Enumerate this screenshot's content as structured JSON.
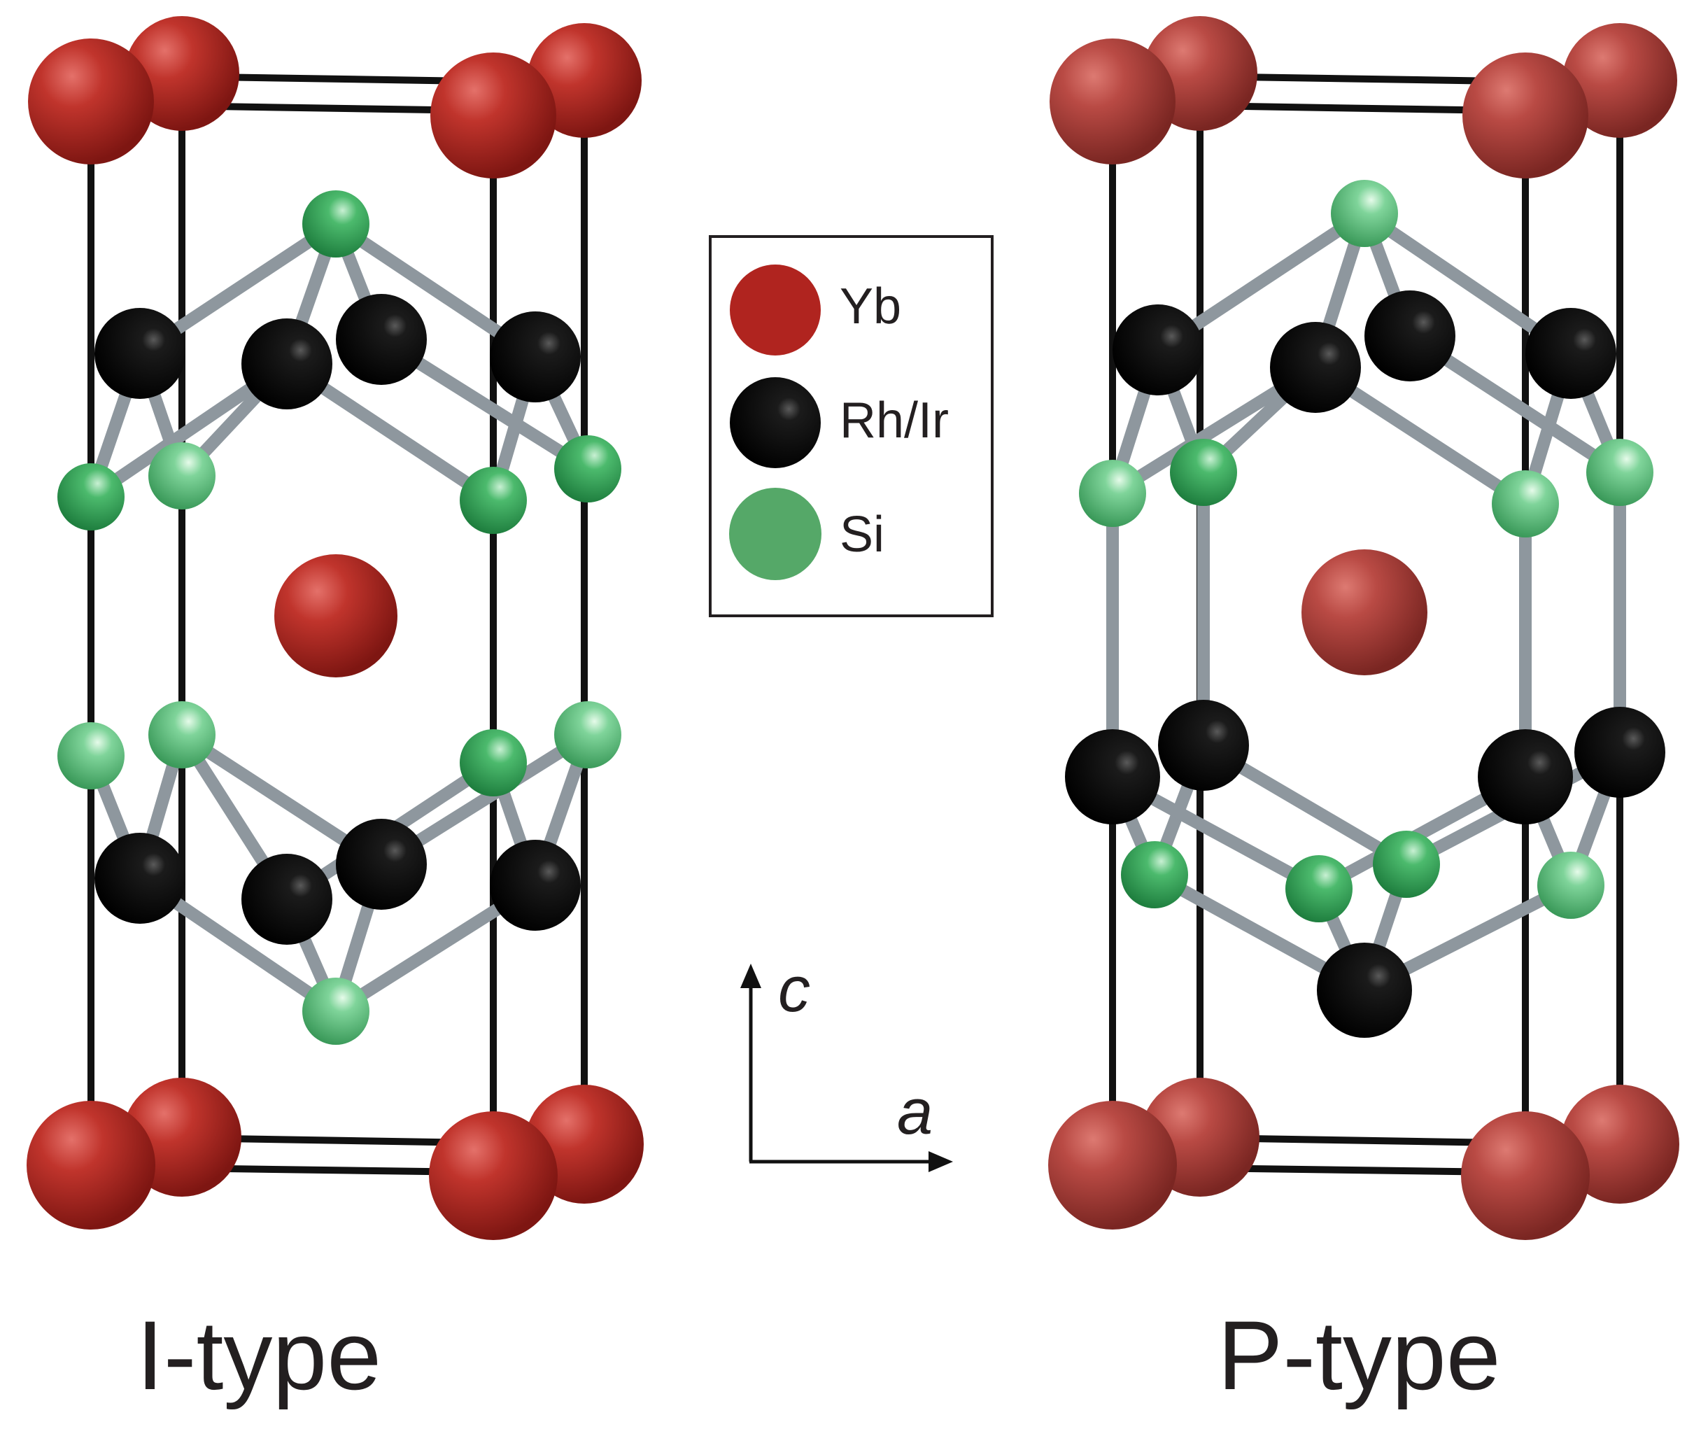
{
  "legend": {
    "items": [
      {
        "label": "Yb",
        "color": "#b0241f"
      },
      {
        "label": "Rh/Ir",
        "color": "#0d0d0d"
      },
      {
        "label": "Si",
        "color": "#55a868"
      }
    ]
  },
  "axes": {
    "vertical_label": "c",
    "horizontal_label": "a"
  },
  "structures": [
    {
      "label": "I-type"
    },
    {
      "label": "P-type"
    }
  ],
  "colors": {
    "yb": "#b0241f",
    "rh_ir": "#0d0d0d",
    "si": "#3fae62",
    "bond": "#8e979e",
    "cell_edge": "#111111"
  }
}
